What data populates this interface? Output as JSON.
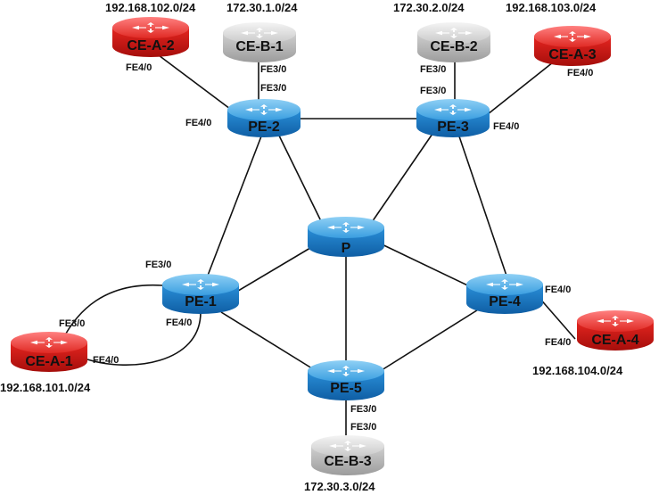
{
  "colors": {
    "core": "#2b8fd6",
    "ce_a": "#d8231f",
    "ce_b": "#c7c7c7",
    "link": "#111111"
  },
  "routers": {
    "pe1": "PE-1",
    "pe2": "PE-2",
    "pe3": "PE-3",
    "pe4": "PE-4",
    "pe5": "PE-5",
    "p": "P",
    "ce_a1": "CE-A-1",
    "ce_a2": "CE-A-2",
    "ce_a3": "CE-A-3",
    "ce_a4": "CE-A-4",
    "ce_b1": "CE-B-1",
    "ce_b2": "CE-B-2",
    "ce_b3": "CE-B-3"
  },
  "subnets": {
    "ce_a1": "192.168.101.0/24",
    "ce_a2": "192.168.102.0/24",
    "ce_a3": "192.168.103.0/24",
    "ce_a4": "192.168.104.0/24",
    "ce_b1": "172.30.1.0/24",
    "ce_b2": "172.30.2.0/24",
    "ce_b3": "172.30.3.0/24"
  },
  "interfaces": {
    "fe3": "FE3/0",
    "fe4": "FE4/0"
  }
}
